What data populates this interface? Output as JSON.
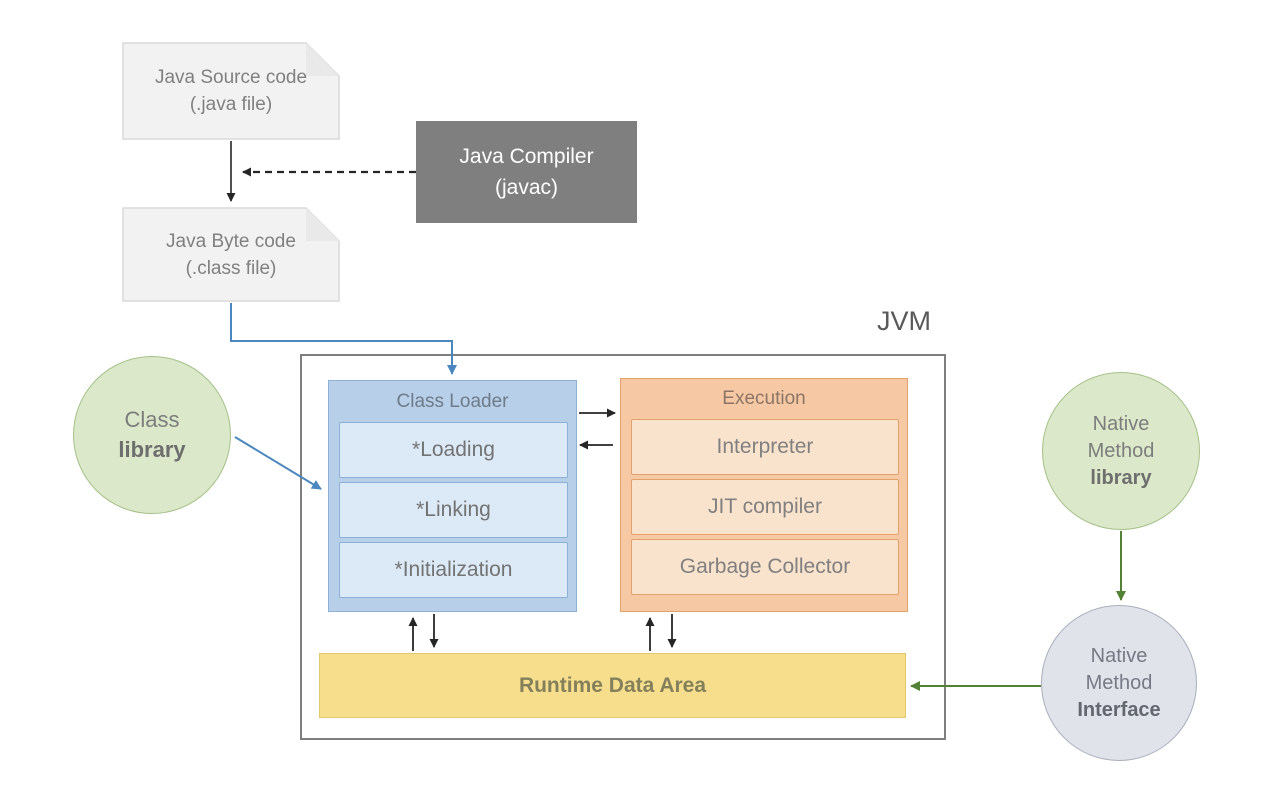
{
  "diagram": {
    "source_file": {
      "title": "Java Source code",
      "subtitle": "(.java file)"
    },
    "compiler": {
      "title": "Java Compiler",
      "subtitle": "(javac)"
    },
    "byte_file": {
      "title": "Java Byte code",
      "subtitle": "(.class file)"
    },
    "jvm_label": "JVM",
    "class_loader": {
      "title": "Class Loader",
      "items": [
        "*Loading",
        "*Linking",
        "*Initialization"
      ]
    },
    "execution": {
      "title": "Execution",
      "items": [
        "Interpreter",
        "JIT compiler",
        "Garbage Collector"
      ]
    },
    "runtime_area": "Runtime Data Area",
    "class_library": {
      "line1": "Class",
      "line2": "library"
    },
    "native_library": {
      "line1": "Native",
      "line2": "Method",
      "line3": "library"
    },
    "native_interface": {
      "line1": "Native",
      "line2": "Method",
      "line3": "Interface"
    }
  },
  "colors": {
    "arrow_black": "#262626",
    "arrow_blue": "#4a87bf",
    "arrow_green": "#538135",
    "file_fill": "#f2f2f2",
    "file_border": "#d9d9d9",
    "fold_fill": "#e9e9e9",
    "compiler_fill": "#7f7f7f",
    "class_loader_fill": "#b7cfe9",
    "execution_fill": "#f6c9a4",
    "runtime_fill": "#f6de8c",
    "library_fill": "#dbe8c9",
    "interface_fill": "#e0e3ea"
  }
}
